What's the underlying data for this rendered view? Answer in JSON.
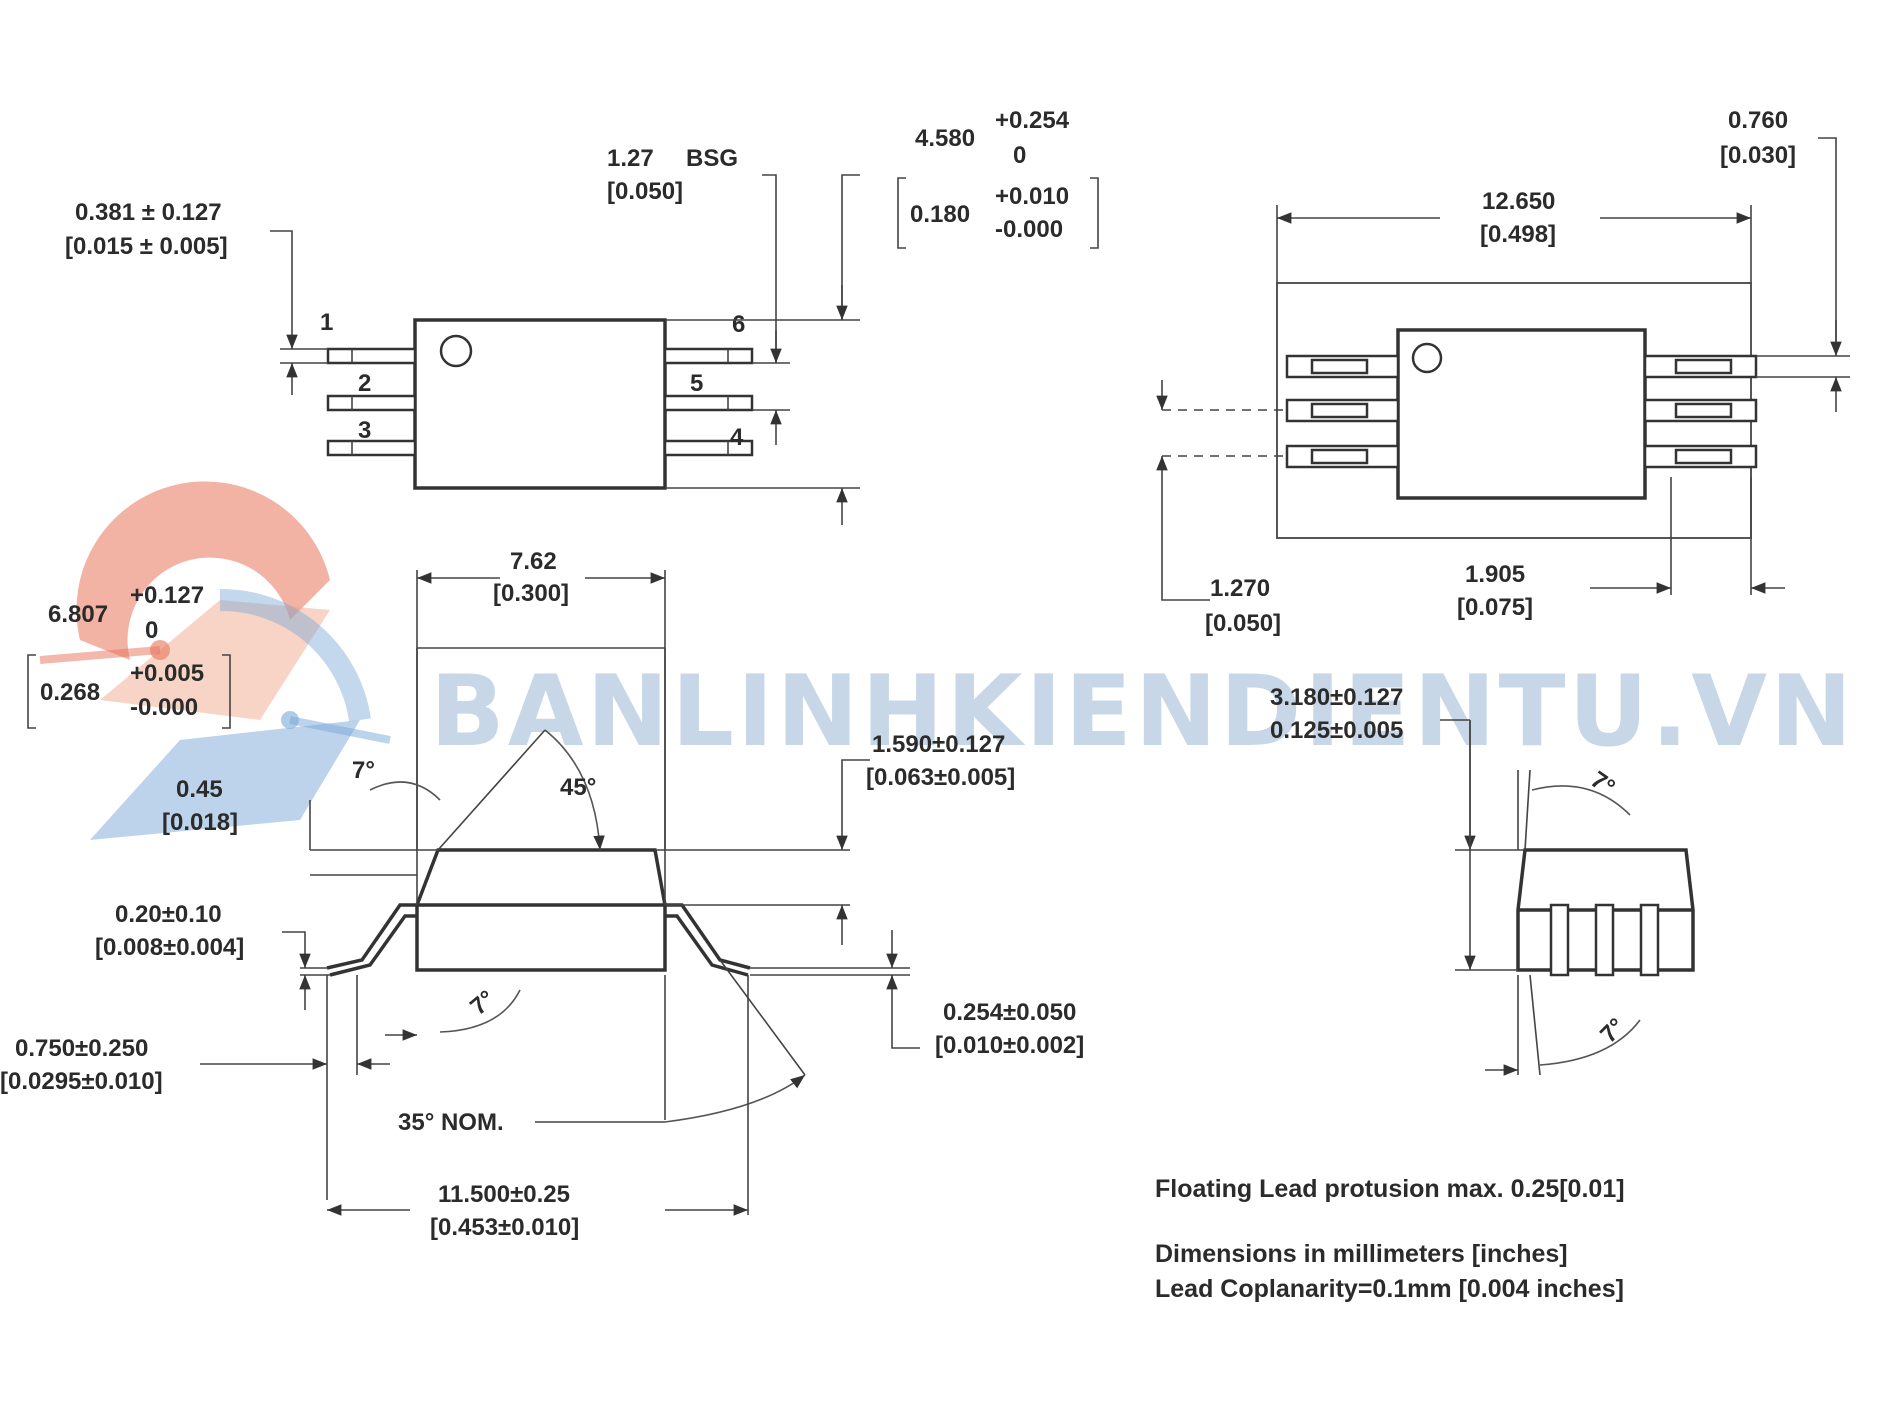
{
  "watermark": {
    "text": "BANLINHKIENDIENTU.VN"
  },
  "top_left_view": {
    "pins": [
      "1",
      "2",
      "3",
      "4",
      "5",
      "6"
    ],
    "lead_width": {
      "value": "0.381 ± 0.127",
      "inch": "[0.015 ± 0.005]"
    },
    "pitch": {
      "value": "1.27",
      "suffix": "BSG",
      "inch": "[0.050]"
    },
    "body_width": {
      "value": "4.580",
      "tol_plus": "+0.254",
      "tol_minus": "0"
    },
    "body_width_inch": {
      "value": "0.180",
      "tol_plus": "+0.010",
      "tol_minus": "-0.000"
    }
  },
  "top_right_view": {
    "span": {
      "value": "12.650",
      "inch": "[0.498]"
    },
    "pad_width": {
      "value": "0.760",
      "inch": "[0.030]"
    },
    "pad_pitch": {
      "value": "1.270",
      "inch": "[0.050]"
    },
    "pad_length": {
      "value": "1.905",
      "inch": "[0.075]"
    }
  },
  "side_view": {
    "lead_spacing": {
      "value": "7.62",
      "inch": "[0.300]"
    },
    "body_length": {
      "value": "6.807",
      "tol_plus": "+0.127",
      "tol_minus": "0"
    },
    "body_length_inch": {
      "value": "0.268",
      "tol_plus": "+0.005",
      "tol_minus": "-0.000"
    },
    "lead_length": {
      "value": "0.45",
      "inch": "[0.018]"
    },
    "angle_7_top": "7°",
    "angle_45": "45°",
    "height": {
      "value": "1.590±0.127",
      "inch": "[0.063±0.005]"
    },
    "standoff": {
      "value": "0.20±0.10",
      "inch": "[0.008±0.004]"
    },
    "angle_7_bottom": "7°",
    "thickness": {
      "value": "0.254±0.050",
      "inch": "[0.010±0.002]"
    },
    "foot": {
      "value": "0.750±0.250",
      "inch": "[0.0295±0.010]"
    },
    "lead_angle": "35° NOM.",
    "overall": {
      "value": "11.500±0.25",
      "inch": "[0.453±0.010]"
    }
  },
  "end_view": {
    "height": {
      "value": "3.180±0.127",
      "inch": "0.125±0.005"
    },
    "angle_top": "7°",
    "angle_bottom": "7°"
  },
  "notes": [
    "Floating Lead protusion max. 0.25[0.01]",
    "Dimensions in millimeters [inches]",
    "Lead Coplanarity=0.1mm [0.004 inches]"
  ]
}
